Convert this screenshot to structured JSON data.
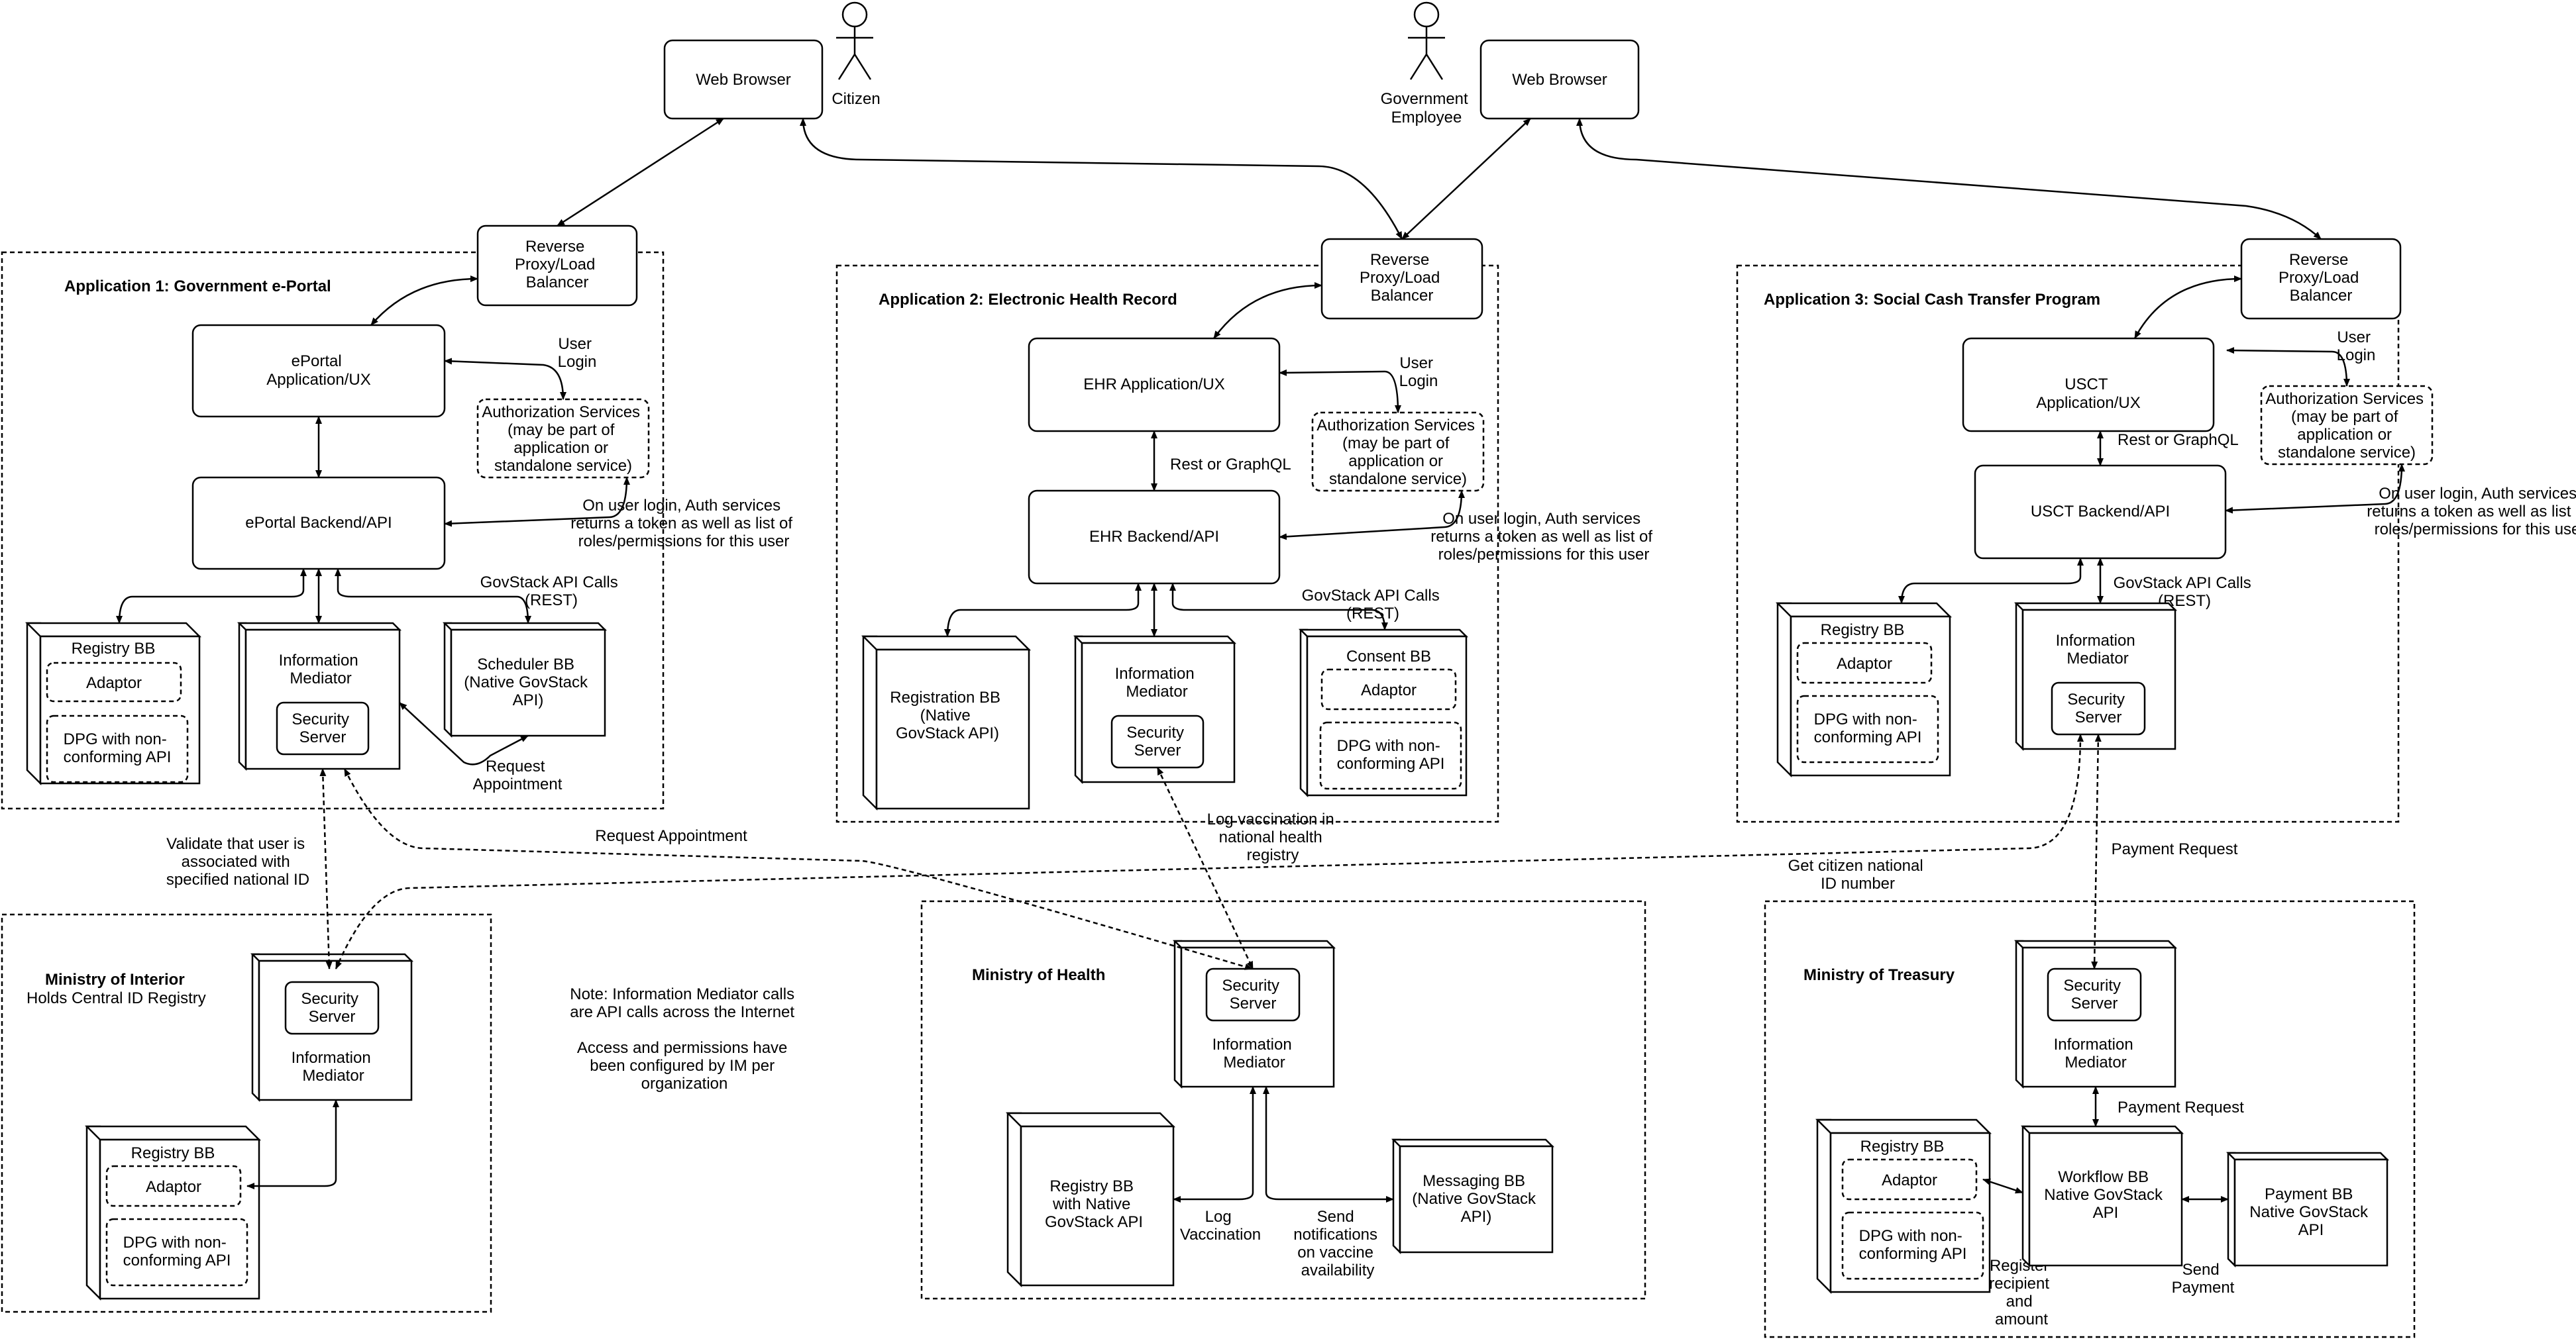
{
  "actors": {
    "citizen": "Citizen",
    "government_employee": [
      "Government",
      "Employee"
    ]
  },
  "browsers": {
    "left": "Web Browser",
    "right": "Web Browser"
  },
  "app1": {
    "title": "Application 1: Government e-Portal",
    "proxy": [
      "Reverse",
      "Proxy/Load",
      "Balancer"
    ],
    "ux": [
      "ePortal",
      "Application/UX"
    ],
    "backend": "ePortal Backend/API",
    "user_login": [
      "User",
      "Login"
    ],
    "auth": [
      "Authorization Services",
      "(may be part of",
      "application or",
      "standalone service)"
    ],
    "auth_note": [
      "On user login, Auth services",
      "returns a token as well as list of",
      "roles/permissions for this user"
    ],
    "govstack_calls": [
      "GovStack API Calls",
      "(REST)"
    ],
    "registry": "Registry BB",
    "adaptor": "Adaptor",
    "dpg": [
      "DPG with non-",
      "conforming API"
    ],
    "im": [
      "Information",
      "Mediator"
    ],
    "security": [
      "Security",
      "Server"
    ],
    "scheduler": [
      "Scheduler BB",
      "(Native GovStack",
      "API)"
    ],
    "request_appt": [
      "Request",
      "Appointment"
    ]
  },
  "app2": {
    "title": "Application 2: Electronic Health Record",
    "proxy": [
      "Reverse",
      "Proxy/Load",
      "Balancer"
    ],
    "ux": "EHR Application/UX",
    "backend": "EHR Backend/API",
    "rest_graphql": "Rest or GraphQL",
    "user_login": [
      "User",
      "Login"
    ],
    "auth": [
      "Authorization Services",
      "(may be part of",
      "application or",
      "standalone service)"
    ],
    "auth_note": [
      "On user login, Auth services",
      "returns a token as well as list of",
      "roles/permissions for this user"
    ],
    "govstack_calls": [
      "GovStack API Calls",
      "(REST)"
    ],
    "registration": [
      "Registration BB",
      "(Native",
      "GovStack API)"
    ],
    "im": [
      "Information",
      "Mediator"
    ],
    "security": [
      "Security",
      "Server"
    ],
    "consent": "Consent BB",
    "adaptor": "Adaptor",
    "dpg": [
      "DPG with non-",
      "conforming API"
    ]
  },
  "app3": {
    "title": "Application 3: Social Cash Transfer Program",
    "proxy": [
      "Reverse",
      "Proxy/Load",
      "Balancer"
    ],
    "ux": [
      "USCT",
      "Application/UX"
    ],
    "backend": "USCT Backend/API",
    "rest_graphql": "Rest or GraphQL",
    "user_login": [
      "User",
      "Login"
    ],
    "auth": [
      "Authorization Services",
      "(may be part of",
      "application or",
      "standalone service)"
    ],
    "auth_note": [
      "On user login, Auth services",
      "returns a token as well as list of",
      "roles/permissions for this user"
    ],
    "govstack_calls": [
      "GovStack API Calls",
      "(REST)"
    ],
    "registry": "Registry BB",
    "adaptor": "Adaptor",
    "dpg": [
      "DPG with non-",
      "conforming API"
    ],
    "im": [
      "Information",
      "Mediator"
    ],
    "security": [
      "Security",
      "Server"
    ]
  },
  "links": {
    "validate": [
      "Validate that user is",
      "associated with",
      "specified national ID"
    ],
    "request_appt": "Request Appointment",
    "log_vaccination_national": [
      "Log vaccination in",
      "national health",
      "registry"
    ],
    "get_citizen_id": [
      "Get citizen national",
      "ID number"
    ],
    "payment_request": "Payment Request"
  },
  "interior": {
    "title": "Ministry of Interior",
    "subtitle": "Holds Central ID Registry",
    "security": [
      "Security",
      "Server"
    ],
    "im": [
      "Information",
      "Mediator"
    ],
    "registry": "Registry BB",
    "adaptor": "Adaptor",
    "dpg": [
      "DPG with non-",
      "conforming API"
    ]
  },
  "note": {
    "line1": [
      "Note: Information Mediator calls",
      "are API calls across the Internet"
    ],
    "line2": [
      "Access and permissions have",
      "been configured by IM per",
      "organization"
    ]
  },
  "health": {
    "title": "Ministry of Health",
    "security": [
      "Security",
      "Server"
    ],
    "im": [
      "Information",
      "Mediator"
    ],
    "registry": [
      "Registry BB",
      "with Native",
      "GovStack API"
    ],
    "log_vaccination": [
      "Log",
      "Vaccination"
    ],
    "send_notifications": [
      "Send",
      "notifications",
      "on vaccine",
      "availability"
    ],
    "messaging": [
      "Messaging BB",
      "(Native GovStack",
      "API)"
    ]
  },
  "treasury": {
    "title": "Ministry of Treasury",
    "security": [
      "Security",
      "Server"
    ],
    "im": [
      "Information",
      "Mediator"
    ],
    "payment_request": "Payment Request",
    "registry": "Registry BB",
    "adaptor": "Adaptor",
    "dpg": [
      "DPG with non-",
      "conforming API"
    ],
    "register": [
      "Register",
      "recipient",
      "and",
      "amount"
    ],
    "workflow": [
      "Workflow BB",
      "Native GovStack",
      "API"
    ],
    "send_payment": [
      "Send",
      "Payment"
    ],
    "payment": [
      "Payment BB",
      "Native GovStack",
      "API"
    ]
  }
}
